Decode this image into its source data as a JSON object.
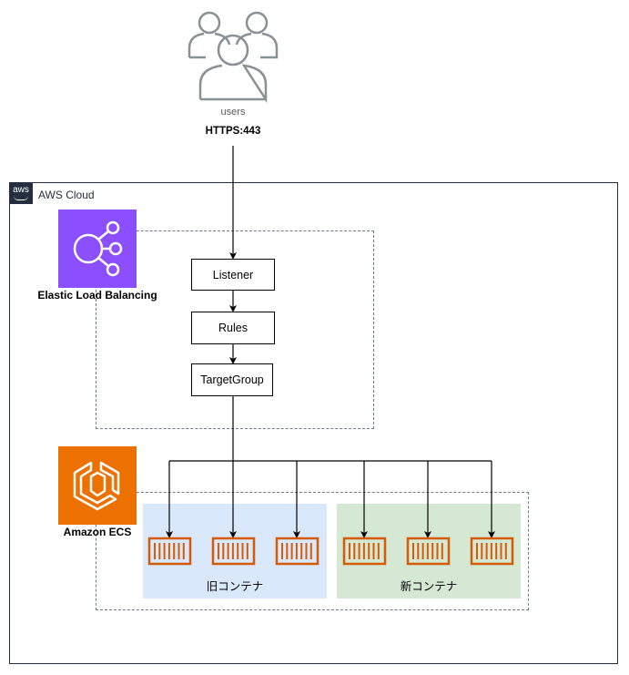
{
  "diagram": {
    "users": {
      "label": "users",
      "protocol": "HTTPS:443",
      "icon": "users-icon"
    },
    "cloud": {
      "label": "AWS Cloud",
      "logo_text": "aws"
    },
    "load_balancer": {
      "label": "Elastic Load Balancing",
      "color": "#8C4FFF",
      "components": [
        "Listener",
        "Rules",
        "TargetGroup"
      ]
    },
    "ecs": {
      "label": "Amazon ECS",
      "color": "#ED7100"
    },
    "container_groups": [
      {
        "label": "旧コンテナ",
        "container_count": 3,
        "fill": "#DAE8FC"
      },
      {
        "label": "新コンテナ",
        "container_count": 3,
        "fill": "#D5E8D4"
      }
    ],
    "container_color": "#D45B07"
  }
}
